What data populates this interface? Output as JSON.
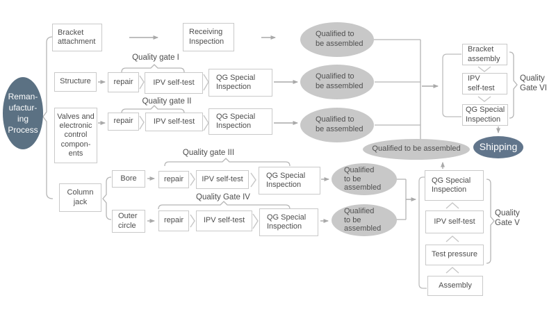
{
  "colors": {
    "dark_node": "#5b7183",
    "shipping_node": "#61758b",
    "qualified_node": "#c8c8c8",
    "box_border": "#c9c9c9",
    "box_text": "#4d4d4d",
    "connector": "#a9a9a9"
  },
  "process": {
    "label": "Reman-\nufactur-\ning\nProcess"
  },
  "row_bracket": {
    "source": "Bracket\nattachment",
    "receiving": "Receiving\nInspection",
    "qualified": "Qualified to\nbe assembled"
  },
  "row_structure": {
    "gate": "Quality gate I",
    "source": "Structure",
    "repair": "repair",
    "ipv": "IPV self-test",
    "qg": "QG Special\nInspection",
    "qualified": "Qualified to\nbe assembled"
  },
  "row_valves": {
    "gate": "Quality gate II",
    "source": "Valves and\nelectronic\ncontrol\ncompon-\nents",
    "repair": "repair",
    "ipv": "IPV self-test",
    "qg": "QG Special\nInspection",
    "qualified": "Qualified to\nbe assembled"
  },
  "column_jack": {
    "label": "Column\njack"
  },
  "row_bore": {
    "gate": "Quality gate III",
    "source": "Bore",
    "repair": "repair",
    "ipv": "IPV self-test",
    "qg": "QG Special\nInspection",
    "qualified": "Qualified\nto be\nassembled"
  },
  "row_outer": {
    "gate": "Quality Gate IV",
    "source": "Outer\ncircle",
    "repair": "repair",
    "ipv": "IPV self-test",
    "qg": "QG Special\nInspection",
    "qualified": "Qualified\nto be\nassembled"
  },
  "gate6": {
    "label": "Quality\nGate VI",
    "bracket_assembly": "Bracket\nassembly",
    "ipv": "IPV\nself-test",
    "qg": "QG Special\nInspection"
  },
  "gate5": {
    "label": "Quality\nGate V",
    "qg": "QG Special\nInspection",
    "ipv": "IPV self-test",
    "test_pressure": "Test pressure",
    "assembly": "Assembly"
  },
  "qualified_final": {
    "label": "Qualified to be assembled"
  },
  "shipping": {
    "label": "Shipping"
  }
}
